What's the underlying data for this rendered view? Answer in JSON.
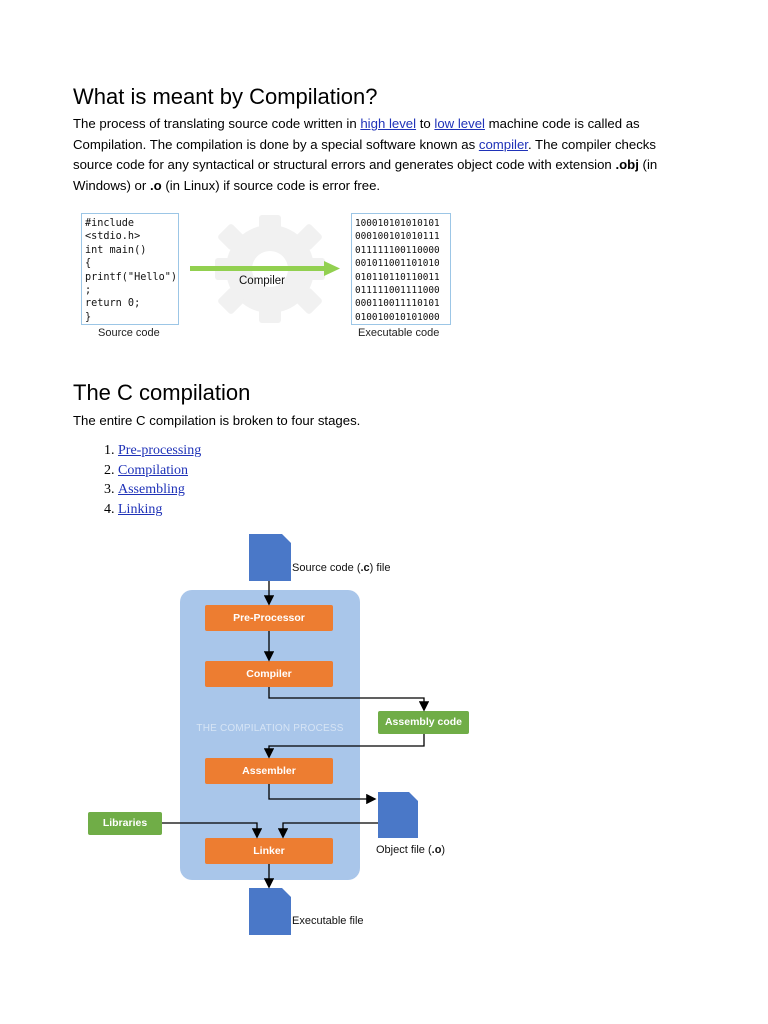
{
  "section1": {
    "heading": "What is meant by Compilation?",
    "para": {
      "t1": "The process of translating source code written in ",
      "link_high_level": "high level",
      "t2": " to ",
      "link_low_level": "low level",
      "t3": " machine code is called as Compilation. The compilation is done by a special software known as ",
      "link_compiler": "compiler",
      "t4": ". The compiler checks source code for any syntactical or structural errors and generates object code with extension ",
      "ext_obj": ".obj",
      "t5": " (in Windows) or ",
      "ext_o": ".o",
      "t6": " (in Linux) if source code is error free."
    },
    "figure": {
      "source_code_lines": [
        "#include",
        "<stdio.h>",
        "int main()",
        "{",
        "printf(\"Hello\")",
        ";",
        "return 0;",
        "}"
      ],
      "binary_lines": [
        "100010101010101",
        "000100101010111",
        "011111100110000",
        "001011001101010",
        "010110110110011",
        "011111001111000",
        "000110011110101",
        "010010010101000"
      ],
      "arrow_label": "Compiler",
      "source_caption": "Source code",
      "exec_caption": "Executable code",
      "arrow_color": "#92d050",
      "gear_color": "#f1f1f1"
    }
  },
  "section2": {
    "heading": "The C compilation",
    "intro": "The entire C compilation is broken to four stages.",
    "stages": [
      "Pre-processing",
      "Compilation",
      "Assembling",
      "Linking"
    ]
  },
  "diagram": {
    "source_file_label_pre": "Source code (",
    "source_file_label_ext": ".c",
    "source_file_label_post": ") file",
    "process_label": "THE COMPILATION PROCESS",
    "pre_processor": "Pre-Processor",
    "compiler": "Compiler",
    "assembly_code": "Assembly code",
    "assembler": "Assembler",
    "libraries": "Libraries",
    "linker": "Linker",
    "object_file_label_pre": "Object file (",
    "object_file_label_ext": ".o",
    "object_file_label_post": ")",
    "executable_file": "Executable file",
    "colors": {
      "orange": "#ed7d31",
      "green": "#70ad47",
      "blue_doc": "#4a78c8",
      "panel": "#a9c6ea"
    }
  }
}
